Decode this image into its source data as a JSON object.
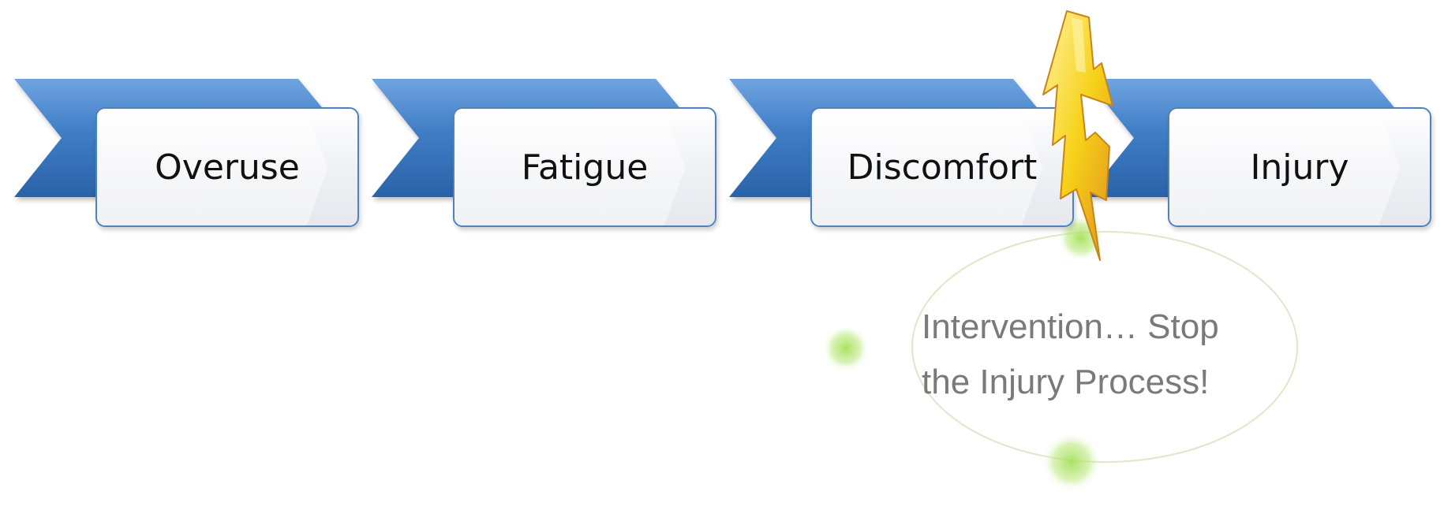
{
  "stages": [
    {
      "label": "Overuse"
    },
    {
      "label": "Fatigue"
    },
    {
      "label": "Discomfort"
    },
    {
      "label": "Injury"
    }
  ],
  "callout": {
    "line1": "Intervention… Stop",
    "line2": "the Injury Process!"
  },
  "colors": {
    "chevron_blue": "#3f7dc6",
    "box_border": "#4f82bf",
    "bolt_yellow": "#f7d21a",
    "bolt_orange": "#e0901c",
    "callout_text": "#7a7a7a",
    "glow_green": "#a6e05a"
  },
  "icons": [
    "chevron-arrow",
    "lightning-bolt-icon",
    "green-glow-dot"
  ]
}
